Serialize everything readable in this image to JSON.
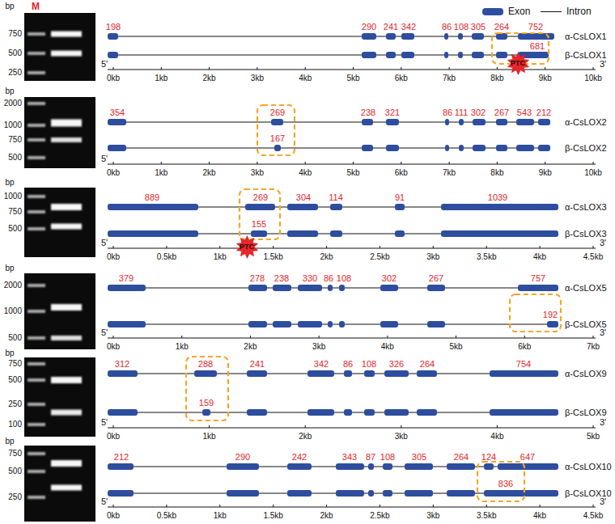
{
  "diagram": {
    "nodes": [
      {
        "text": [
          "PTC"
        ]
      },
      {
        "text": [
          "PTC"
        ]
      }
    ],
    "labels": [
      "M",
      "bp",
      "750",
      "500",
      "250",
      "198",
      "290",
      "241",
      "342",
      "86",
      "108",
      "305",
      "264",
      "752",
      "α-CsLOX1",
      "681",
      "β-CsLOX1",
      "5'",
      "0kb",
      "1kb",
      "2kb",
      "3kb",
      "4kb",
      "5kb",
      "6kb",
      "7kb",
      "8kb",
      "9kb",
      "10kb",
      "3'",
      "bp",
      "2000",
      "1000",
      "750",
      "500",
      "354",
      "269",
      "238",
      "321",
      "86",
      "111",
      "302",
      "267",
      "543",
      "212",
      "α-CsLOX2",
      "167",
      "β-CsLOX2",
      "5'",
      "0kb",
      "1kb",
      "2kb",
      "3kb",
      "4kb",
      "5kb",
      "6kb",
      "7kb",
      "8kb",
      "9kb",
      "10kb",
      "bp",
      "1000",
      "750",
      "500",
      "889",
      "269",
      "304",
      "114",
      "91",
      "1039",
      "α-CsLOX3",
      "155",
      "β-CsLOX3",
      "5'",
      "0kb",
      "0.5kb",
      "1kb",
      "1.5kb",
      "2kb",
      "2.5kb",
      "3kb",
      "3.5kb",
      "4kb",
      "4.5kb",
      "3'",
      "bp",
      "2000",
      "1000",
      "500",
      "379",
      "278",
      "238",
      "330",
      "86",
      "108",
      "302",
      "267",
      "757",
      "α-CsLOX5",
      "192",
      "β-CsLOX5",
      "5'",
      "0kb",
      "1kb",
      "2kb",
      "3kb",
      "4kb",
      "5kb",
      "6kb",
      "7kb",
      "3'",
      "bp",
      "750",
      "500",
      "250",
      "100",
      "312",
      "288",
      "241",
      "342",
      "86",
      "108",
      "326",
      "264",
      "754",
      "α-CsLOX9",
      "159",
      "β-CsLOX9",
      "5'",
      "0kb",
      "1kb",
      "2kb",
      "3kb",
      "4kb",
      "5kb",
      "3'",
      "bp",
      "750",
      "500",
      "250",
      "212",
      "290",
      "242",
      "343",
      "87",
      "108",
      "305",
      "264",
      "124",
      "647",
      "α-CsLOX10",
      "836",
      "β-CsLOX10",
      "5'",
      "0kb",
      "0.5kb",
      "1kb",
      "1.5kb",
      "2kb",
      "2.5kb",
      "3kb",
      "3.5kb",
      "4kb",
      "4.5kb",
      "3'"
    ],
    "legend": [
      {
        "text": "Exon",
        "color": "#2d4d9e"
      },
      {
        "text": "Intron"
      }
    ]
  }
}
